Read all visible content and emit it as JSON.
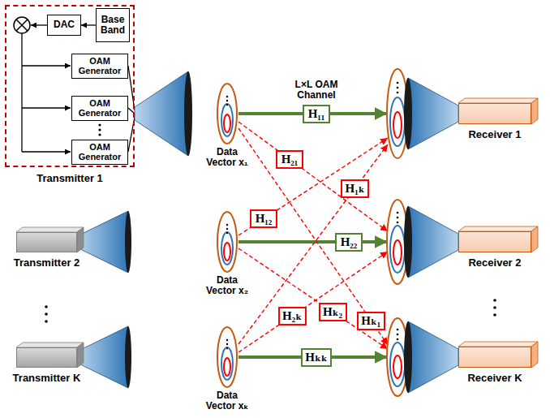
{
  "diagram": {
    "nodes": [
      {
        "text": [
          "Transmitter 1"
        ]
      },
      {
        "text": [
          "Base Band"
        ],
        "in": 0
      },
      {
        "text": [
          "DAC"
        ],
        "in": 0
      },
      {
        "text": [
          "OAM Generator"
        ],
        "in": 0
      },
      {
        "text": [
          "OAM Generator"
        ],
        "in": 0
      },
      {
        "text": [
          "OAM Generator"
        ],
        "in": 0
      },
      {
        "text": [
          "Data Vector x₁"
        ]
      },
      {
        "text": [
          "H₁₁"
        ]
      },
      {
        "text": [
          "H₂₁"
        ]
      },
      {
        "text": [
          "H₁ₖ"
        ]
      },
      {
        "text": [
          "Receiver 1"
        ]
      },
      {
        "text": [
          "Transmitter 2"
        ]
      },
      {
        "text": [
          "Data Vector x₂"
        ]
      },
      {
        "text": [
          "H₁₂"
        ]
      },
      {
        "text": [
          "H₂₂"
        ]
      },
      {
        "text": [
          "Hₖ₁"
        ]
      },
      {
        "text": [
          "Receiver 2"
        ]
      },
      {
        "text": [
          "Transmitter K"
        ]
      },
      {
        "text": [
          "Data Vector xₖ"
        ]
      },
      {
        "text": [
          "H₂ₖ"
        ]
      },
      {
        "text": [
          "Hₖ₂"
        ]
      },
      {
        "text": [
          "Hₖₖ"
        ]
      },
      {
        "text": [
          "Receiver K"
        ]
      }
    ],
    "edges": [
      {
        "from": 1,
        "to": 2,
        "arrow": "to"
      }
    ],
    "labels": [
      "L×L OAM Channel"
    ]
  }
}
